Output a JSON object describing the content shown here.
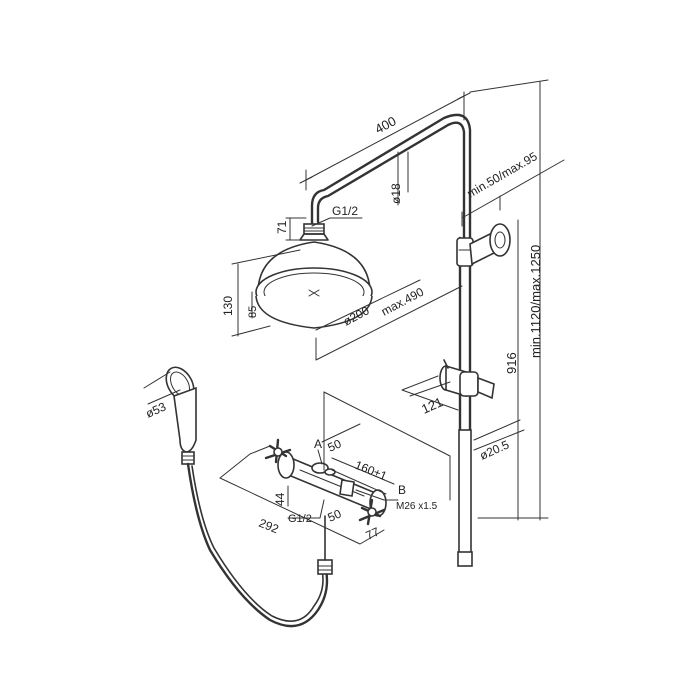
{
  "dimensions": {
    "arm_length": "400",
    "arm_diameter": "ø18",
    "wall_offset": "min.50/max.95",
    "connector_thread": "G1/2",
    "neck_height": "71",
    "head_height": "130",
    "head_depth": "85",
    "head_diameter": "ø200",
    "arm_projection": "max.490",
    "riser_height": "min.1120/max.1250",
    "slider_height": "916",
    "slider_projection": "121",
    "riser_diameter": "ø20.5",
    "handshower_diameter": "ø53",
    "mixer_depth": "50",
    "point_a": "A",
    "point_b": "B",
    "inlet_spacing": "160±1",
    "mixer_thread": "M26 x1.5",
    "mixer_height": "44",
    "mixer_width": "292",
    "inlet_thread": "G1/2",
    "outlet_offset": "50",
    "handle_offset": "77"
  }
}
